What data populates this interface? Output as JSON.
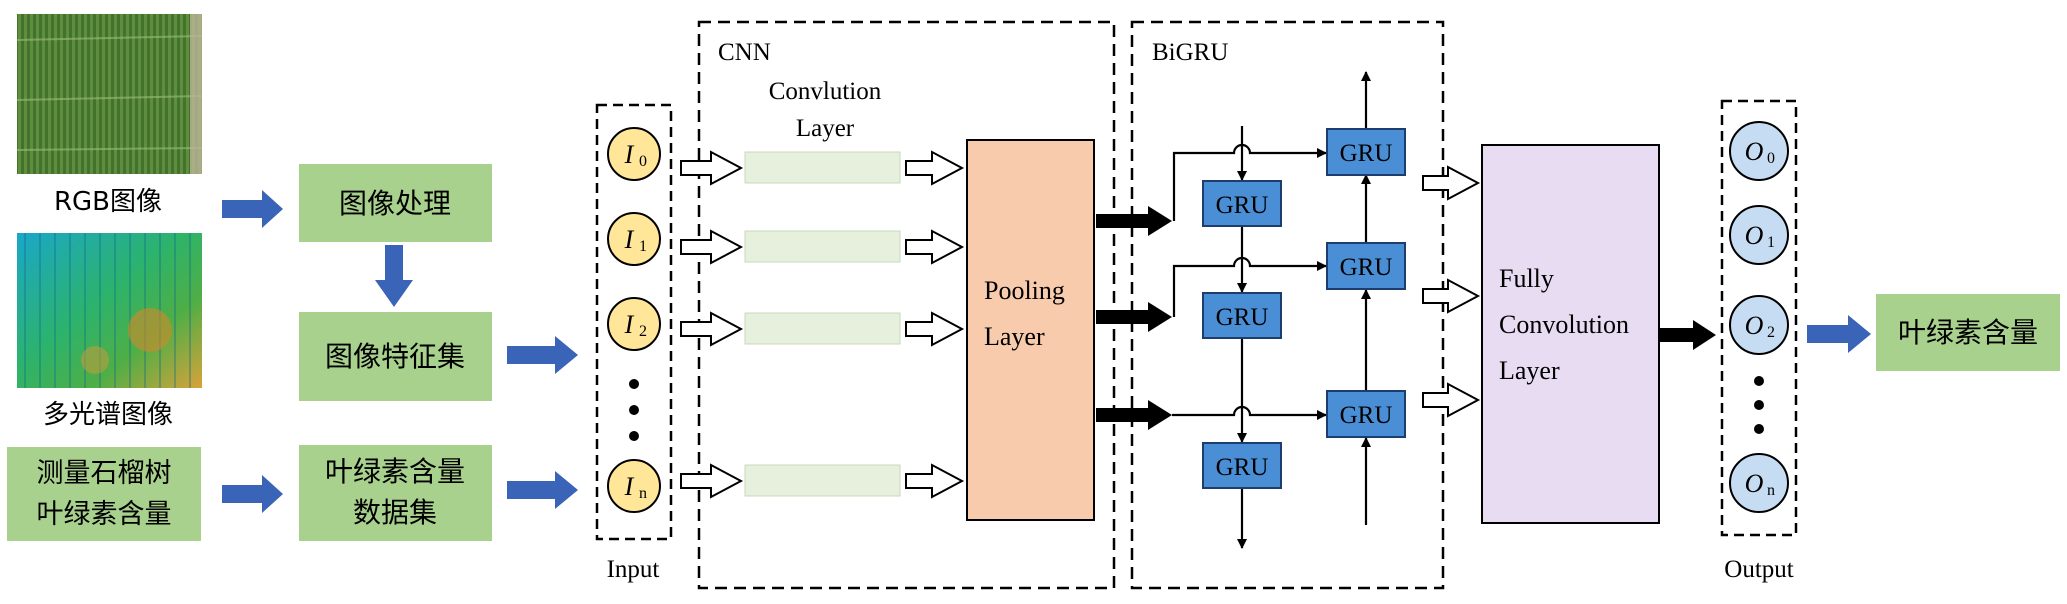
{
  "inputs": {
    "rgb_label": "RGB图像",
    "ms_label": "多光谱图像",
    "measure_line1": "测量石榴树",
    "measure_line2": "叶绿素含量"
  },
  "processing": {
    "image_processing": "图像处理",
    "feature_set": "图像特征集",
    "dataset_line1": "叶绿素含量",
    "dataset_line2": "数据集"
  },
  "input_layer": {
    "label": "Input",
    "nodes": [
      {
        "main": "I",
        "sub": "0"
      },
      {
        "main": "I",
        "sub": "1"
      },
      {
        "main": "I",
        "sub": "2"
      },
      {
        "main": "I",
        "sub": "n"
      }
    ]
  },
  "cnn": {
    "title": "CNN",
    "conv_line1": "Convlution",
    "conv_line2": "Layer",
    "pool_line1": "Pooling",
    "pool_line2": "Layer"
  },
  "bigru": {
    "title": "BiGRU",
    "cell_label": "GRU"
  },
  "fc": {
    "line1": "Fully",
    "line2": "Convolution",
    "line3": "Layer"
  },
  "output_layer": {
    "label": "Output",
    "nodes": [
      {
        "main": "O",
        "sub": "0"
      },
      {
        "main": "O",
        "sub": "1"
      },
      {
        "main": "O",
        "sub": "2"
      },
      {
        "main": "O",
        "sub": "n"
      }
    ]
  },
  "result": {
    "label": "叶绿素含量"
  },
  "colors": {
    "green_box": "#a9d18e",
    "blue_arrow": "#3a64b8",
    "yellow_node": "#ffe699",
    "blue_node": "#c6dcf2",
    "conv_bar": "#e6f0dc",
    "pooling": "#f8cbad",
    "gru": "#4a8fd6",
    "fc": "#e8dcf2"
  }
}
